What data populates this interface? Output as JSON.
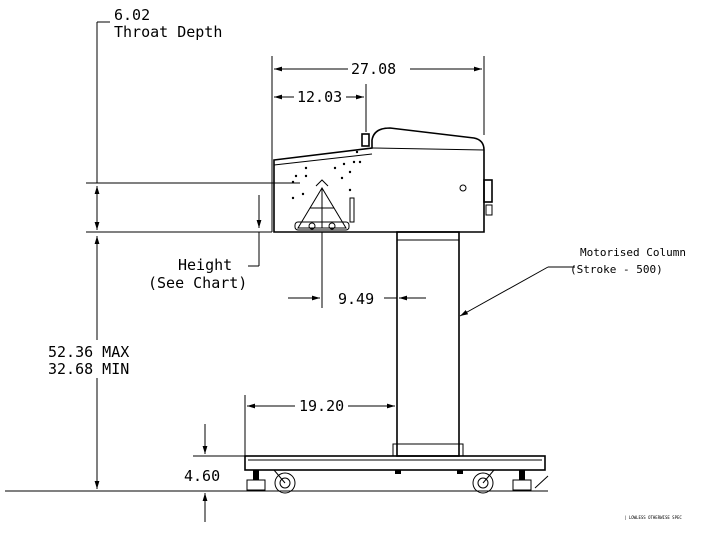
{
  "dimensions": {
    "throat_depth_value": "6.02",
    "throat_depth_label": "Throat Depth",
    "overall_width": "27.08",
    "head_width": "12.03",
    "height_label_line1": "Height",
    "height_label_line2": "(See Chart)",
    "column_offset": "9.49",
    "max_height": "52.36 MAX",
    "min_height": "32.68 MIN",
    "base_offset": "19.20",
    "base_height": "4.60"
  },
  "callout": {
    "line1": "Motorised Column",
    "line2": "(Stroke - 500)"
  },
  "footer": {
    "fine_print": "| LOWLESS OTHERWISE SPEC"
  }
}
